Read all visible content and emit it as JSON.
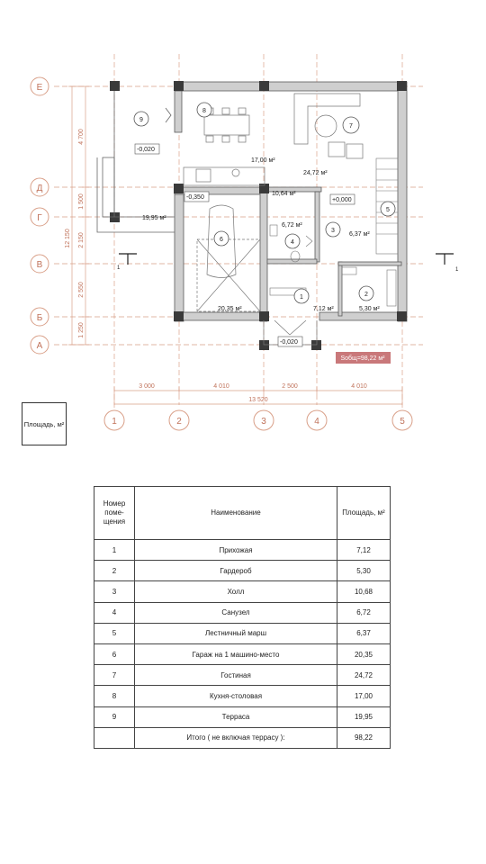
{
  "plan": {
    "axes_letters": [
      "Е",
      "Д",
      "Г",
      "В",
      "Б",
      "А"
    ],
    "axes_numbers": [
      "1",
      "2",
      "3",
      "4",
      "5"
    ],
    "dims_left": [
      "4 700",
      "1 500",
      "2 150",
      "2 550",
      "1 250"
    ],
    "dim_total_left": "12 150",
    "dims_bottom": [
      "3 000",
      "4 010",
      "2 500",
      "4 010"
    ],
    "dim_total_bottom": "13 520",
    "room_markers": [
      "1",
      "2",
      "3",
      "4",
      "5",
      "6",
      "7",
      "8",
      "9"
    ],
    "areas": {
      "r9": "19,95 м²",
      "r8": "17,00 м²",
      "r7": "24,72 м²",
      "r3": "10,64 м²",
      "r4": "6,72 м²",
      "r5": "6,37 м²",
      "r6": "20,35 м²",
      "r1": "7,12 м²",
      "r2": "5,30 м²"
    },
    "levels": [
      "-0,020",
      "-0,350",
      "+0,000",
      "-0,020"
    ],
    "section_marks": [
      "1",
      "1"
    ],
    "total_area": "Sобщ=98,22 м²"
  },
  "legend_label": "Площадь, м²",
  "table": {
    "headers": [
      "Номер поме-щения",
      "Наименование",
      "Площадь, м²"
    ],
    "rows": [
      [
        "1",
        "Прихожая",
        "7,12"
      ],
      [
        "2",
        "Гардероб",
        "5,30"
      ],
      [
        "3",
        "Холл",
        "10,68"
      ],
      [
        "4",
        "Санузел",
        "6,72"
      ],
      [
        "5",
        "Лестничный марш",
        "6,37"
      ],
      [
        "6",
        "Гараж на 1 машино-место",
        "20,35"
      ],
      [
        "7",
        "Гостиная",
        "24,72"
      ],
      [
        "8",
        "Кухня-столовая",
        "17,00"
      ],
      [
        "9",
        "Терраса",
        "19,95"
      ]
    ],
    "total_row": [
      "",
      "Итого ( не включая террасу ):",
      "98,22"
    ]
  },
  "colors": {
    "axis": "#d9a089",
    "wall": "#5a5a5a",
    "column": "#3a3a3a",
    "badge": "#c9787a"
  }
}
